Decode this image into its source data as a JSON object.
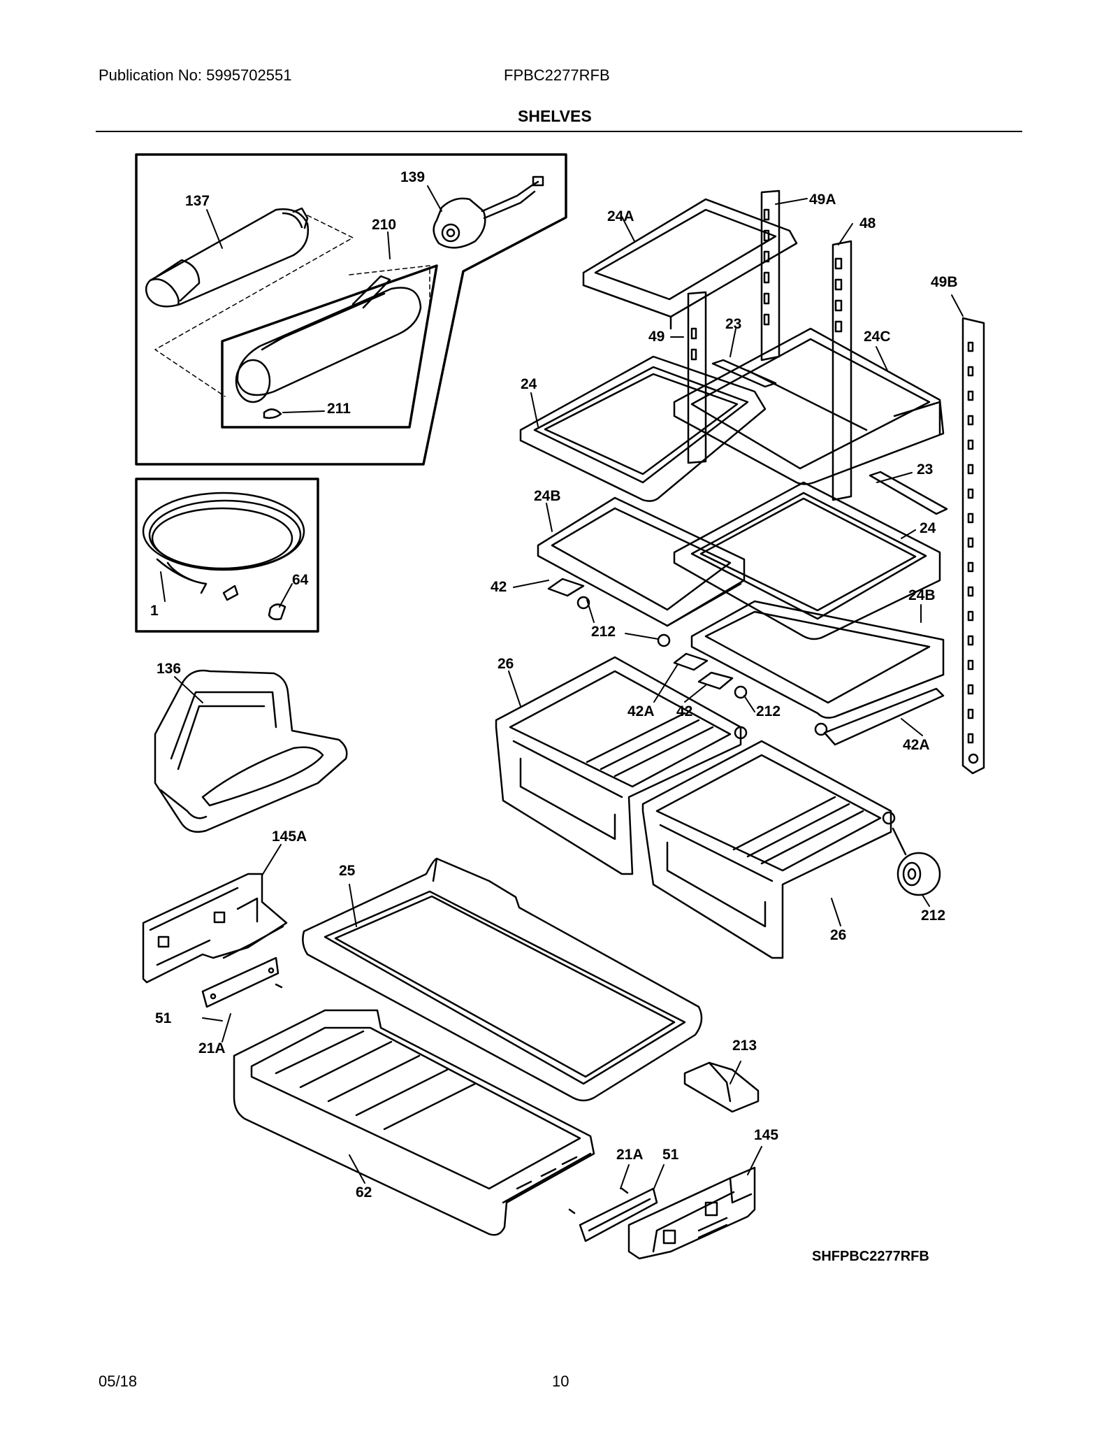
{
  "header": {
    "publication": "Publication No: 5995702551",
    "model": "FPBC2277RFB",
    "section_title": "SHELVES"
  },
  "diagram": {
    "code": "SHFPBC2277RFB",
    "callouts": {
      "c137": "137",
      "c139": "139",
      "c210": "210",
      "c211": "211",
      "c1": "1",
      "c64": "64",
      "c136": "136",
      "c145A": "145A",
      "c51a": "51",
      "c21Aa": "21A",
      "c62": "62",
      "c25": "25",
      "c213": "213",
      "c145": "145",
      "c21Ab": "21A",
      "c51b": "51",
      "c24A": "24A",
      "c49A": "49A",
      "c48": "48",
      "c49B": "49B",
      "c49": "49",
      "c23a": "23",
      "c24C": "24C",
      "c24a": "24",
      "c23b": "23",
      "c24B": "24B",
      "c24b": "24",
      "c42a": "42",
      "c24Bb": "24B",
      "c212a": "212",
      "c26a": "26",
      "c42Aa": "42A",
      "c42b": "42",
      "c212b": "212",
      "c42Ab": "42A",
      "c212c": "212",
      "c26b": "26"
    }
  },
  "footer": {
    "date": "05/18",
    "page": "10"
  }
}
